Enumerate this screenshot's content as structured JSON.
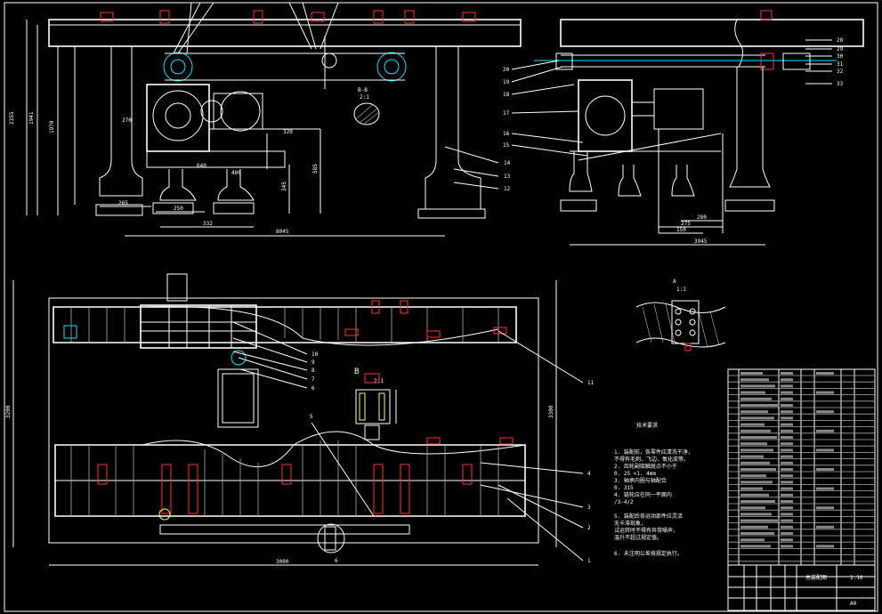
{
  "dimensions": {
    "front_top_left": "2355",
    "front_inner_left": "1941",
    "front_mid_left": "1970",
    "front_bottom_total": "8045",
    "front_bottom_a": "265",
    "front_bottom_b": "250",
    "front_bottom_c": "332",
    "front_mid_a": "270",
    "front_mid_b": "320",
    "front_mid_c": "400",
    "front_mid_d": "640",
    "front_vert_a": "585",
    "front_vert_b": "345",
    "side_bottom_total": "3945",
    "side_bottom_a": "150",
    "side_bottom_b": "275",
    "side_bottom_c": "280",
    "plan_width": "3000",
    "plan_height_left": "3200",
    "plan_height_right": "3300"
  },
  "section_label": "B-B",
  "detail_label": "A",
  "section_b_label": "B",
  "section_b_ratio": "2:1",
  "detail_b_label": "1:1",
  "front_labels": [
    "14",
    "13",
    "12"
  ],
  "side_labels_left": [
    "20",
    "19",
    "18",
    "17",
    "16",
    "15"
  ],
  "side_labels_right": [
    "28",
    "29",
    "30",
    "31",
    "32",
    "33"
  ],
  "plan_labels_top": [
    "10",
    "9",
    "8",
    "7",
    "6"
  ],
  "plan_labels_right": [
    "11",
    "4",
    "3",
    "2",
    "1"
  ],
  "plan_label_5": "5",
  "plan_label_6b": "6",
  "notes": {
    "title": "技术要求",
    "items": [
      "1. 装配前，各零件应清洗干净，",
      "   不得有毛刺、飞边、氧化皮等。",
      "2. 齿轮副接触斑点不小于",
      "0. 25 ×1. 4mm",
      "3. 轴承内圈与轴配合",
      "0. 315",
      "4. 链轮应在同一平面内",
      "/3-4/2",
      "5. 装配后各运动部件应灵活",
      "   无卡滞现象，",
      "   试运转时不得有异常噪声，",
      "   温升不超过规定值。",
      "6. 未注明公差按规定执行。"
    ]
  },
  "title_block": {
    "name": "总装配图",
    "scale": "1:10",
    "sheet": "A0"
  }
}
